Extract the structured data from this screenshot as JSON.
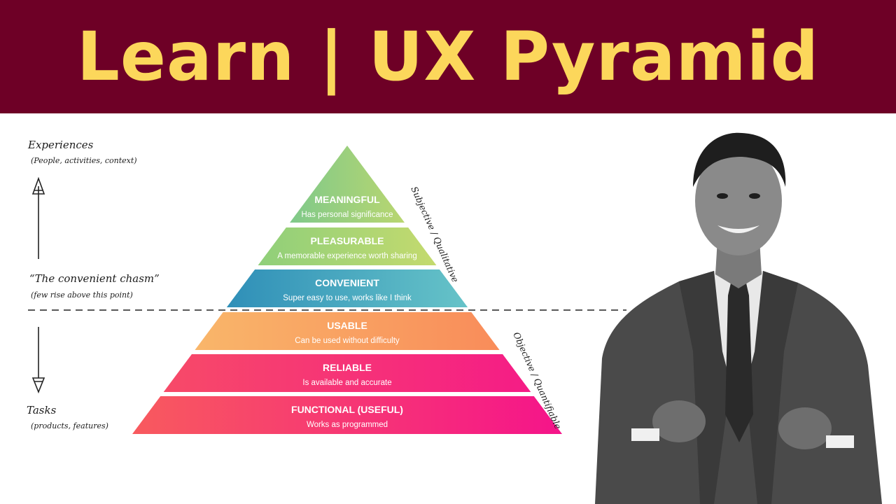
{
  "header": {
    "title": "Learn | UX Pyramid"
  },
  "left_axis": {
    "top_label": "Experiences",
    "top_sub": "(People, activities, context)",
    "chasm_label": "“The convenient chasm”",
    "chasm_sub": "(few rise above this point)",
    "bottom_label": "Tasks",
    "bottom_sub": "(products, features)"
  },
  "side_notes": {
    "upper": "Subjective / Qualitative",
    "lower": "Objective / Quantifiable"
  },
  "levels": [
    {
      "title": "MEANINGFUL",
      "desc": "Has personal significance",
      "from": "#7fc98a",
      "to": "#b9d670"
    },
    {
      "title": "PLEASURABLE",
      "desc": "A memorable experience worth sharing",
      "from": "#8fcf7a",
      "to": "#c4da6e"
    },
    {
      "title": "CONVENIENT",
      "desc": "Super easy to use, works like I think",
      "from": "#2f8fb8",
      "to": "#66c3c8"
    },
    {
      "title": "USABLE",
      "desc": "Can be used without difficulty",
      "from": "#f9b66a",
      "to": "#f98c5a"
    },
    {
      "title": "RELIABLE",
      "desc": "Is available and accurate",
      "from": "#f74a68",
      "to": "#f51c86"
    },
    {
      "title": "FUNCTIONAL (USEFUL)",
      "desc": "Works as programmed",
      "from": "#f85a5e",
      "to": "#f5148a"
    }
  ],
  "colors": {
    "banner": "#6e0026",
    "title": "#fcd75b"
  }
}
